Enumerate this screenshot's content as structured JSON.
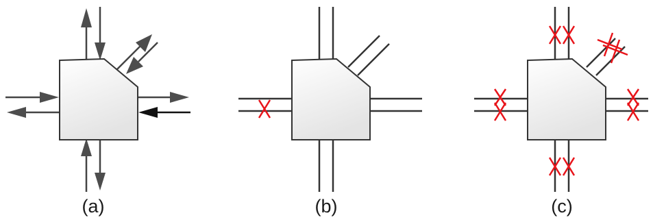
{
  "panels": [
    {
      "id": "a",
      "caption": "(a)"
    },
    {
      "id": "b",
      "caption": "(b)"
    },
    {
      "id": "c",
      "caption": "(c)"
    }
  ],
  "colors": {
    "block_stroke": "#333333",
    "block_fill_top": "#ffffff",
    "block_fill_bottom": "#e6e6e6",
    "wire": "#333333",
    "arrow_gray": "#4d4d4d",
    "arrow_black": "#111111",
    "fault_mark": "#e8141a"
  }
}
